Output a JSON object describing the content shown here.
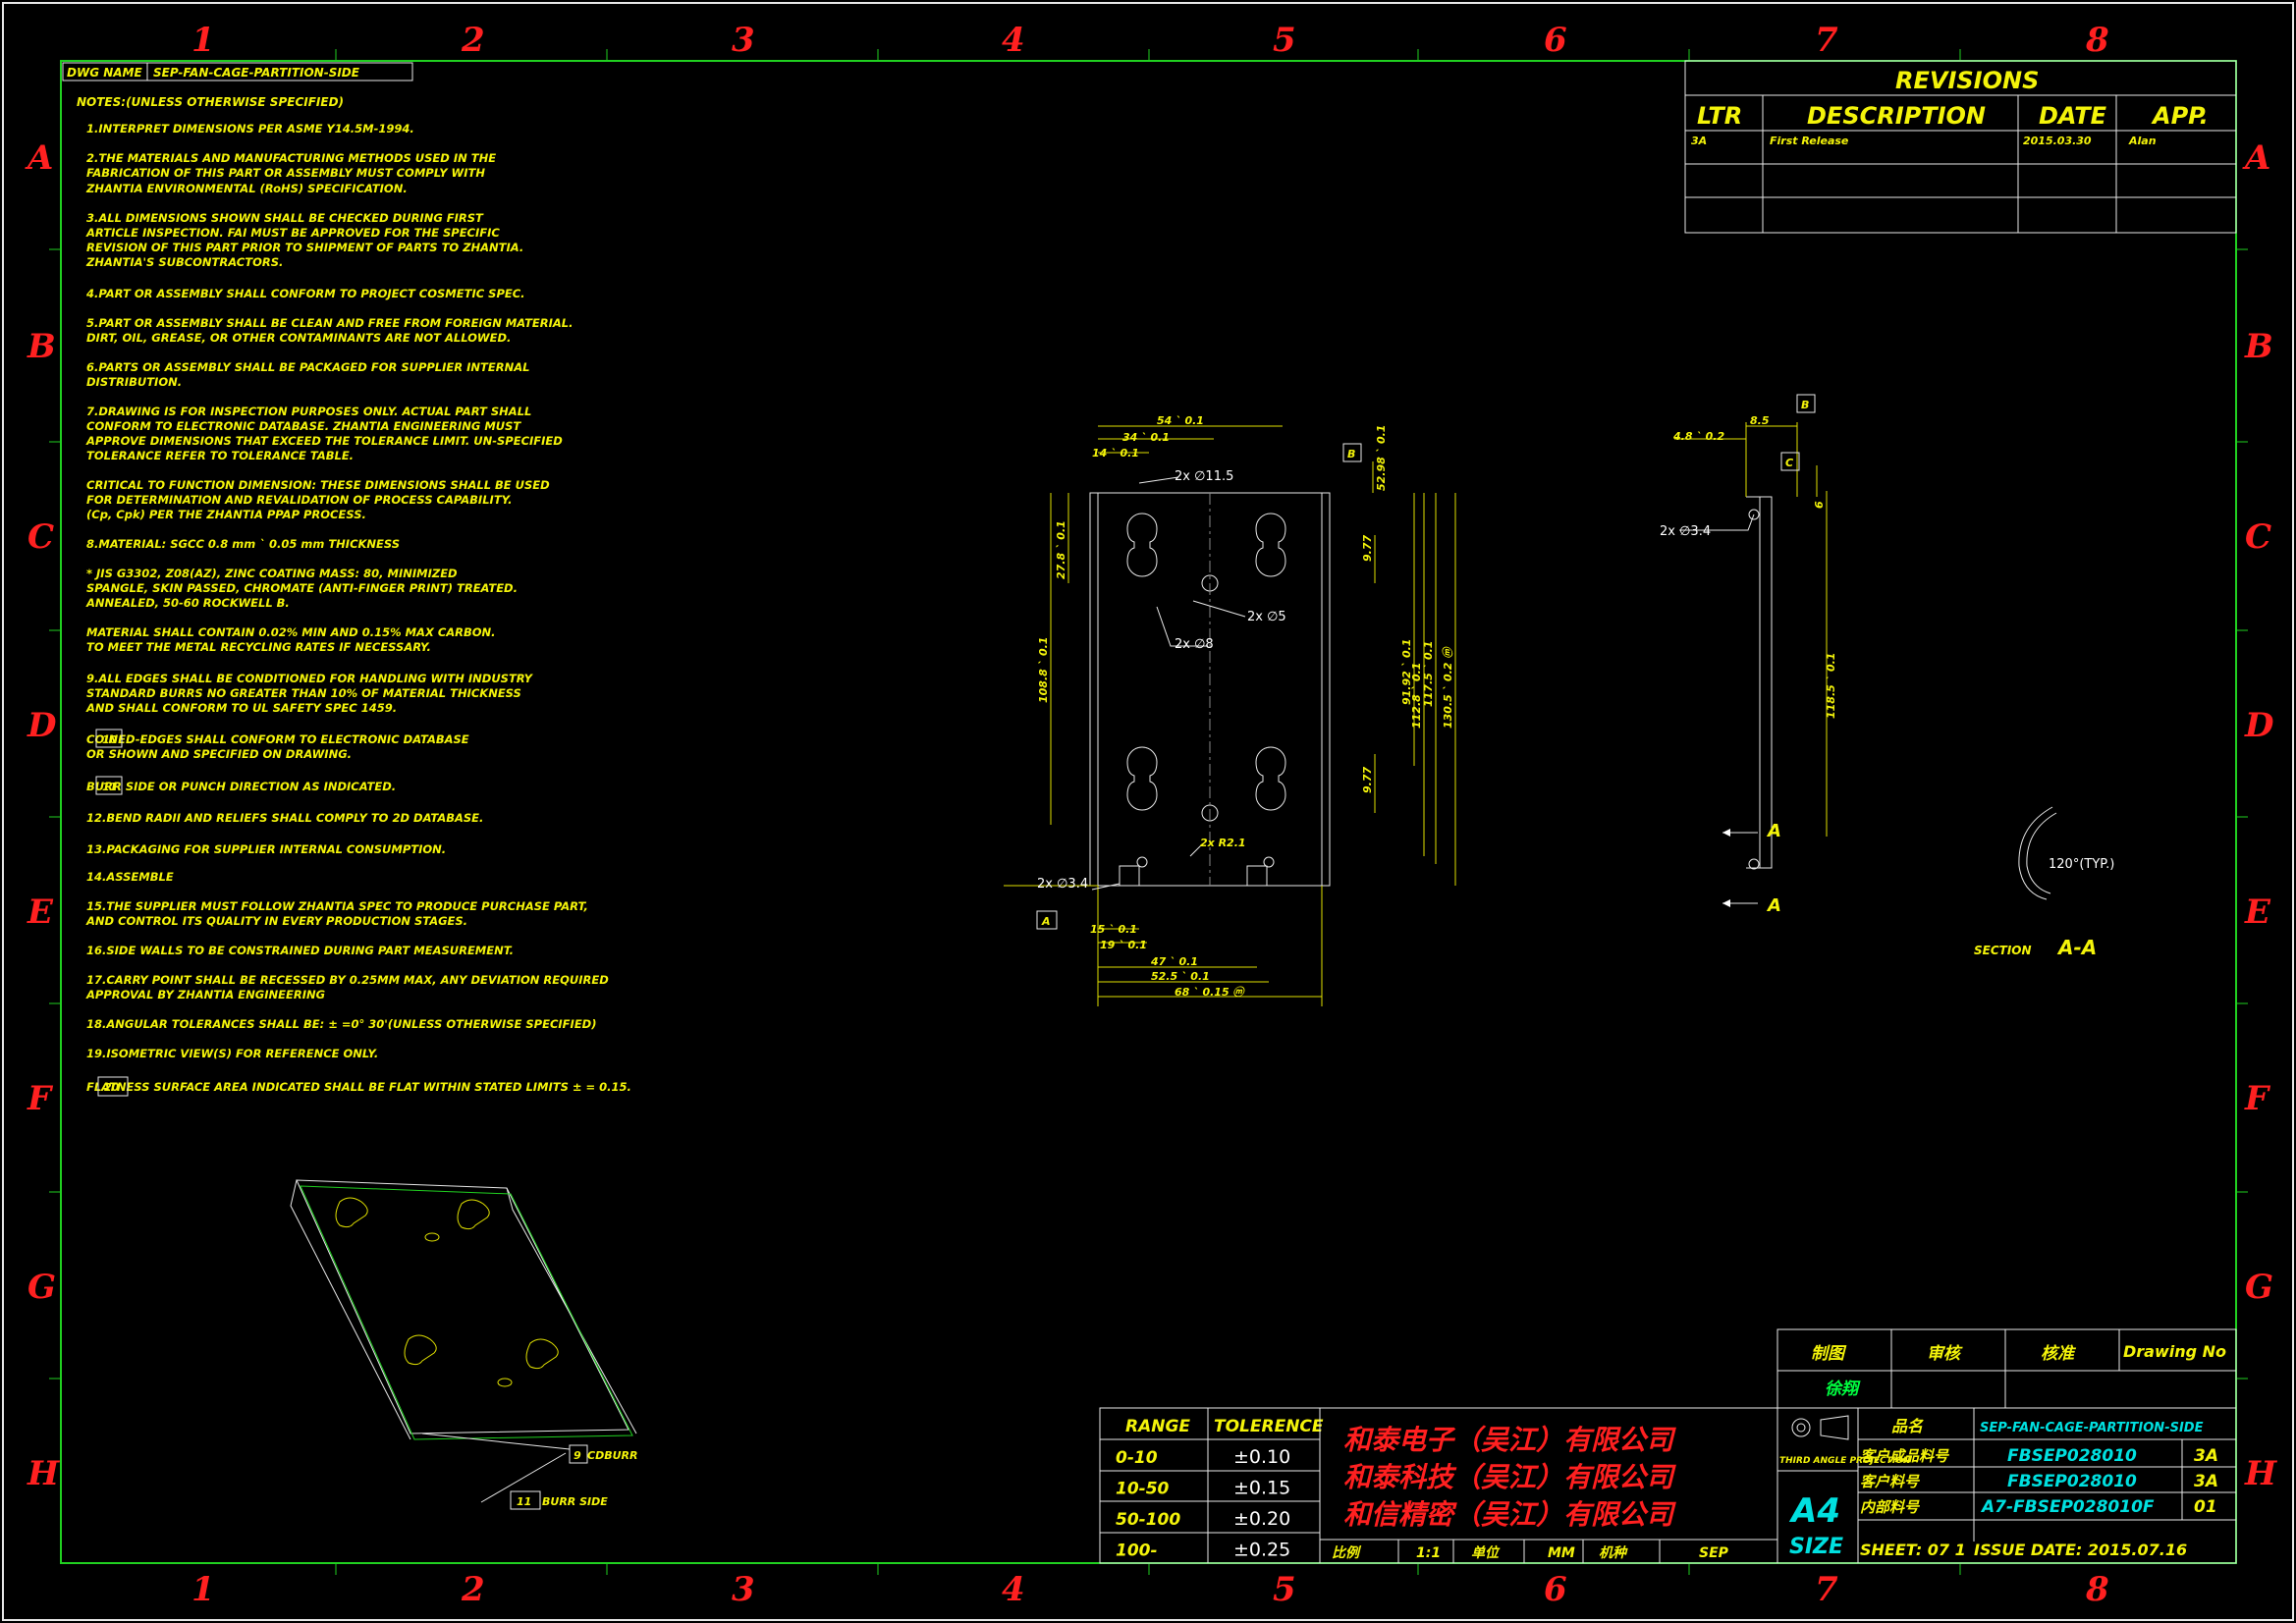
{
  "zones": {
    "columns": [
      "1",
      "2",
      "3",
      "4",
      "5",
      "6",
      "7",
      "8"
    ],
    "rows": [
      "A",
      "B",
      "C",
      "D",
      "E",
      "F",
      "G",
      "H"
    ]
  },
  "header": {
    "label": "DWG NAME",
    "name": "SEP-FAN-CAGE-PARTITION-SIDE"
  },
  "notes": {
    "heading": "NOTES:(UNLESS OTHERWISE SPECIFIED)",
    "lines": [
      "1.INTERPRET DIMENSIONS PER ASME Y14.5M-1994.",
      "2.THE MATERIALS AND MANUFACTURING METHODS USED IN THE",
      "   FABRICATION OF THIS PART OR ASSEMBLY MUST COMPLY WITH",
      "   ZHANTIA ENVIRONMENTAL (RoHS) SPECIFICATION.",
      "3.ALL DIMENSIONS SHOWN SHALL BE CHECKED DURING FIRST",
      "   ARTICLE INSPECTION.  FAI MUST BE APPROVED FOR THE SPECIFIC",
      "   REVISION OF THIS PART PRIOR TO SHIPMENT OF PARTS TO ZHANTIA.",
      "   ZHANTIA'S  SUBCONTRACTORS.",
      "4.PART OR ASSEMBLY SHALL CONFORM TO PROJECT COSMETIC SPEC.",
      "5.PART OR ASSEMBLY SHALL BE CLEAN AND FREE FROM FOREIGN MATERIAL.",
      "   DIRT, OIL, GREASE, OR OTHER CONTAMINANTS ARE NOT ALLOWED.",
      "6.PARTS OR ASSEMBLY SHALL BE PACKAGED FOR SUPPLIER INTERNAL",
      "   DISTRIBUTION.",
      "7.DRAWING IS FOR INSPECTION PURPOSES ONLY.  ACTUAL PART SHALL",
      "   CONFORM TO ELECTRONIC DATABASE.  ZHANTIA ENGINEERING MUST",
      "   APPROVE DIMENSIONS THAT EXCEED THE TOLERANCE LIMIT. UN-SPECIFIED",
      "   TOLERANCE  REFER TO TOLERANCE TABLE.",
      "     CRITICAL TO FUNCTION DIMENSION:  THESE DIMENSIONS SHALL BE USED",
      "     FOR DETERMINATION AND REVALIDATION OF PROCESS CAPABILITY.",
      "     (Cp, Cpk) PER THE ZHANTIA PPAP PROCESS.",
      "8.MATERIAL: SGCC 0.8 mm                        ` 0.05 mm THICKNESS",
      "   * JIS G3302, Z08(AZ), ZINC COATING MASS: 80, MINIMIZED",
      "   SPANGLE, SKIN PASSED, CHROMATE (ANTI-FINGER PRINT) TREATED.",
      "   ANNEALED, 50-60 ROCKWELL B.",
      "   MATERIAL SHALL CONTAIN 0.02% MIN AND 0.15% MAX CARBON.",
      "   TO MEET THE METAL RECYCLING RATES IF NECESSARY.",
      "9.ALL EDGES SHALL BE CONDITIONED FOR HANDLING WITH INDUSTRY",
      "   STANDARD BURRS NO GREATER THAN 10% OF MATERIAL THICKNESS",
      "   AND SHALL CONFORM TO UL SAFETY SPEC 1459.",
      "        COINED-EDGES SHALL CONFORM TO ELECTRONIC DATABASE",
      "   OR SHOWN AND SPECIFIED ON DRAWING.",
      "        BURR SIDE OR PUNCH DIRECTION AS INDICATED.",
      "12.BEND RADII AND RELIEFS SHALL COMPLY TO 2D DATABASE.",
      "13.PACKAGING FOR SUPPLIER INTERNAL CONSUMPTION.",
      "14.ASSEMBLE",
      "15.THE SUPPLIER MUST FOLLOW ZHANTIA SPEC TO PRODUCE PURCHASE PART,",
      "   AND CONTROL ITS QUALITY IN EVERY PRODUCTION STAGES.",
      "16.SIDE WALLS TO BE CONSTRAINED DURING PART MEASUREMENT.",
      "17.CARRY POINT SHALL BE RECESSED BY 0.25MM MAX, ANY DEVIATION REQUIRED",
      "   APPROVAL BY ZHANTIA ENGINEERING",
      "18.ANGULAR TOLERANCES SHALL BE:               ± =0°  30'(UNLESS OTHERWISE SPECIFIED)",
      "19.ISOMETRIC VIEW(S) FOR REFERENCE ONLY.",
      "      FLATNESS SURFACE AREA INDICATED SHALL BE FLAT WITHIN STATED LIMITS                     ± = 0.15."
    ],
    "flag10": "10",
    "flag11": "11",
    "flag20": "20"
  },
  "revisions": {
    "title": "REVISIONS",
    "headers": [
      "LTR",
      "DESCRIPTION",
      "DATE",
      "APP."
    ],
    "rows": [
      {
        "ltr": "3A",
        "desc": "First Release",
        "date": "2015.03.30",
        "app": "Alan"
      }
    ]
  },
  "front_view": {
    "dims": [
      "54 ` 0.1",
      "34 ` 0.1",
      "14 ` 0.1",
      "27.8 ` 0.1",
      "108.8 ` 0.1",
      "15 ` 0.1",
      "19 ` 0.1",
      "47 ` 0.1",
      "52.5 ` 0.1",
      "68 ` 0.15 ⓜ",
      "9.77",
      "9.77",
      "91.92 ` 0.1",
      "112.8 ` 0.1",
      "117.5 ` 0.1",
      "130.5 ` 0.2 ⓜ",
      "52.98 ` 0.1"
    ],
    "callouts": [
      "2x ∅11.5",
      "2x ∅5",
      "2x ∅8",
      "2x R2.1",
      "2x ∅3.4"
    ],
    "datums": [
      "B",
      "A"
    ]
  },
  "side_view": {
    "dims": [
      "4.8 ` 0.2",
      "8.5",
      "6",
      "118.5 ` 0.1"
    ],
    "callouts": [
      "2x ∅3.4"
    ],
    "datums": [
      "B",
      "C"
    ],
    "section_mark": "A"
  },
  "section": {
    "label": "SECTION",
    "name": "A-A",
    "angle": "120°(TYP.)"
  },
  "iso": {
    "flag9": "9",
    "coin_label": "CDBURR",
    "flag11": "11",
    "burr_label": "BURR SIDE"
  },
  "tolerance": {
    "headers": [
      "RANGE",
      "TOLERENCE"
    ],
    "rows": [
      [
        "0-10",
        "±0.10"
      ],
      [
        "10-50",
        "±0.15"
      ],
      [
        "50-100",
        "±0.20"
      ],
      [
        "100-",
        "±0.25"
      ]
    ]
  },
  "companies": [
    "和泰电子（吴江）有限公司",
    "和泰科技（吴江）有限公司",
    "和信精密（吴江）有限公司"
  ],
  "bottom_row": {
    "scale_label": "比例",
    "scale": "1:1",
    "unit_label": "单位",
    "unit": "MM",
    "model_label": "机种",
    "model": "SEP"
  },
  "title_block": {
    "sign_labels": [
      "制图",
      "审核",
      "核准"
    ],
    "drawing_no": "Drawing No",
    "drafter": "徐翔",
    "projection": "THIRD ANGLE PROJECTION",
    "size": "A4",
    "size2": "SIZE",
    "name_label": "品名",
    "name": "SEP-FAN-CAGE-PARTITION-SIDE",
    "part_label": "客户成品料号",
    "part": "FBSEP028010",
    "part_rev": "3A",
    "cust_label": "客户料号",
    "cust": "FBSEP028010",
    "cust_rev": "3A",
    "int_label": "内部料号",
    "int": "A7-FBSEP028010F",
    "int_rev": "01",
    "sheet": "SHEET: 07 1",
    "issue": "ISSUE DATE: 2015.07.16"
  },
  "colors": {
    "border": "#20d020",
    "text": "#f4f40a",
    "company": "#ff2020",
    "cyan": "#00e0e0",
    "zone": "#ff2020"
  }
}
